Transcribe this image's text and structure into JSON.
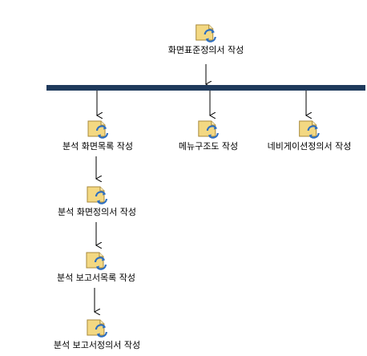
{
  "colors": {
    "fork_bar": "#1F3A5C",
    "arrow": "#000000",
    "doc_fill": "#F3D882",
    "doc_stroke": "#A88A3C",
    "cycle_icon": "#2E6FC0"
  },
  "icon_name": "document-cycle-icon",
  "nodes": [
    {
      "id": "screen-standard-spec",
      "label": "화면표준정의서 작성"
    },
    {
      "id": "analysis-screen-list",
      "label": "분석 화면목록 작성"
    },
    {
      "id": "menu-structure",
      "label": "메뉴구조도 작성"
    },
    {
      "id": "navigation-spec",
      "label": "네비게이션정의서 작성"
    },
    {
      "id": "analysis-screen-spec",
      "label": "분석 화면정의서 작성"
    },
    {
      "id": "analysis-report-list",
      "label": "분석 보고서목록 작성"
    },
    {
      "id": "analysis-report-spec",
      "label": "분석 보고서정의서 작성"
    }
  ]
}
